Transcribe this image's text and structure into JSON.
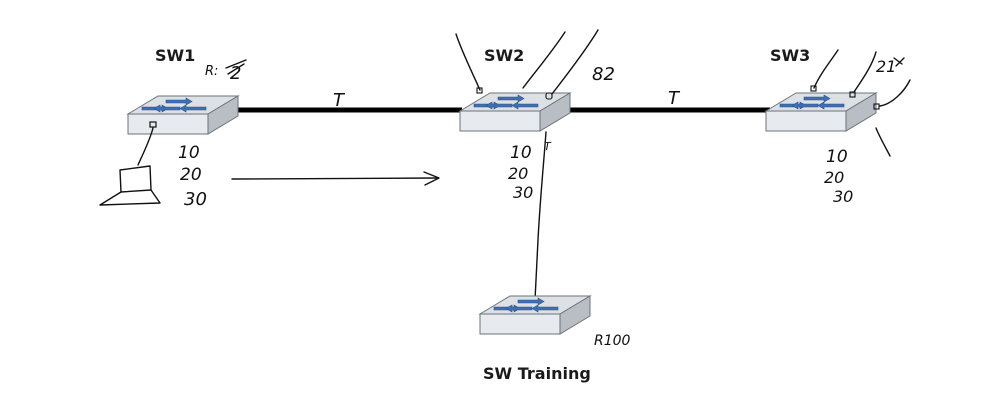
{
  "colors": {
    "switch_top": "#dde1e6",
    "switch_side": "#b9bec5",
    "switch_front": "#e7eaee",
    "arrow_blue": "#3f6fb0",
    "trunk": "#000000"
  },
  "switches": {
    "sw1": {
      "label": "SW1",
      "root_note": "R:",
      "root_num": "2",
      "vlans": [
        "10",
        "20",
        "30"
      ]
    },
    "sw2": {
      "label": "SW2",
      "root_note": "",
      "root_num": "82",
      "vlans": [
        "10",
        "20",
        "30"
      ]
    },
    "sw3": {
      "label": "SW3",
      "root_note": "",
      "root_num": "21",
      "vlans": [
        "10",
        "20",
        "30"
      ]
    },
    "training": {
      "label": "SW Training",
      "root_note": "R100"
    }
  },
  "links": {
    "sw1_sw2_mode": "T",
    "sw2_sw3_mode": "T",
    "sw2_training_mode": "T"
  },
  "icons": {
    "switch": "network-switch-icon",
    "pc": "laptop-icon",
    "arrow": "right-arrow-icon"
  }
}
